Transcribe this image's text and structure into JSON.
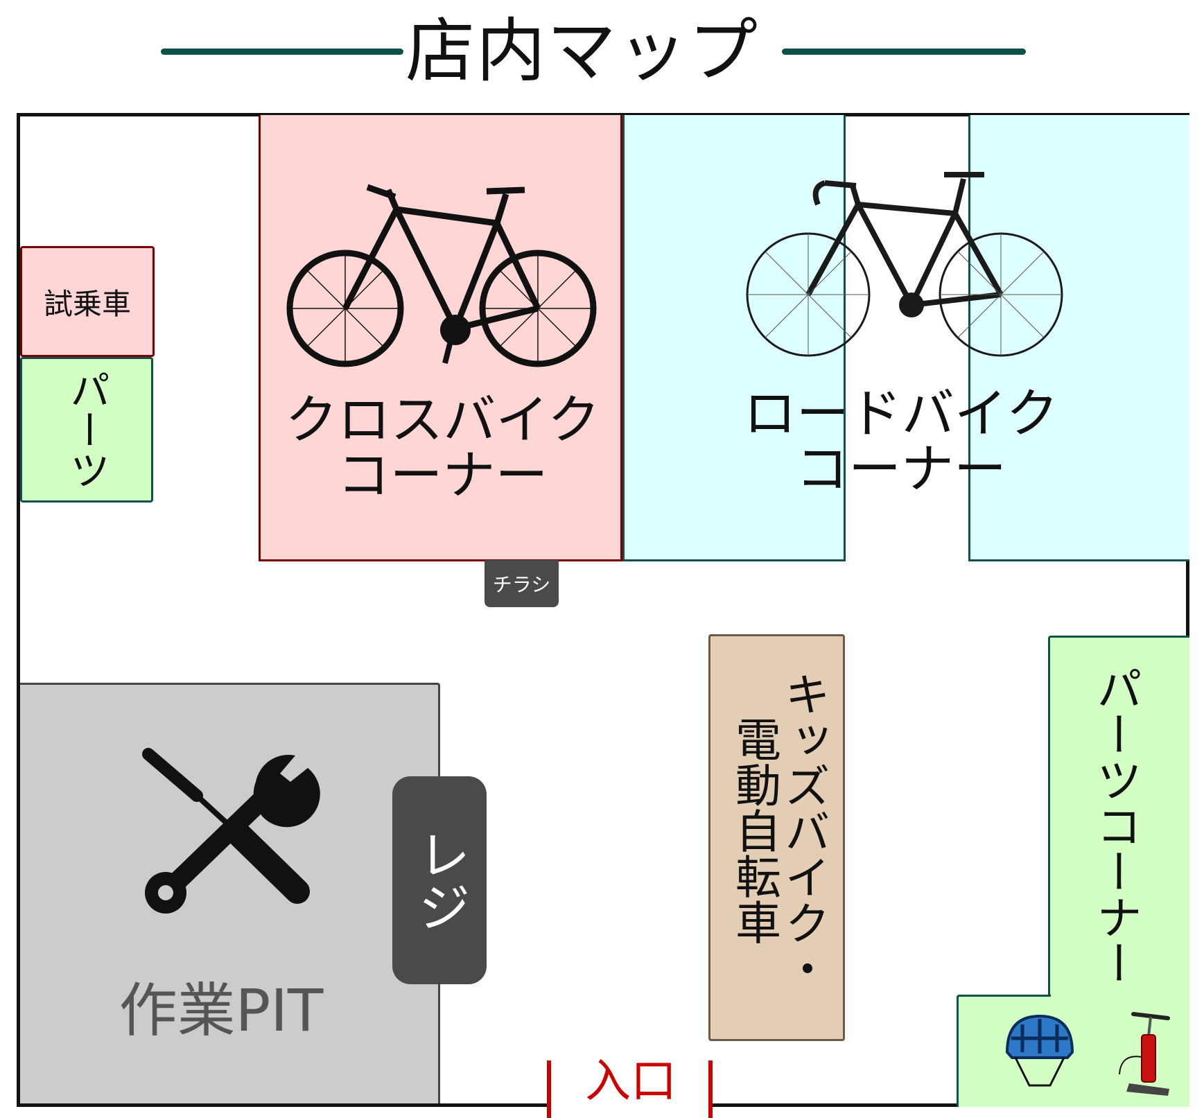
{
  "title": "店内マップ",
  "colors": {
    "title_line": "#10504b",
    "cross_bike": "#ffd6d6",
    "road_bike": "#ddffff",
    "parts": "#d4ffc4",
    "kids": "#e3cdb4",
    "pit": "#cccccc",
    "register": "#4a4a4a",
    "entrance": "#cc0000"
  },
  "areas": {
    "test_ride": "試乗車",
    "parts_small": "パーツ",
    "cross_bike_corner": [
      "クロスバイク",
      "コーナー"
    ],
    "road_bike_corner": [
      "ロードバイク",
      "コーナー"
    ],
    "flyers": "チラシ",
    "kids_ebike": [
      "キッズバイク・",
      "電動自転車"
    ],
    "parts_corner": "パーツコーナー",
    "work_pit": "作業PIT",
    "register": "レジ",
    "entrance": "入口"
  },
  "icons": {
    "cross_bike": "bicycle-icon",
    "road_bike": "road-bicycle-icon",
    "pit": "wrench-screwdriver-icon",
    "helmet": "helmet-icon",
    "pump": "bicycle-pump-icon"
  }
}
